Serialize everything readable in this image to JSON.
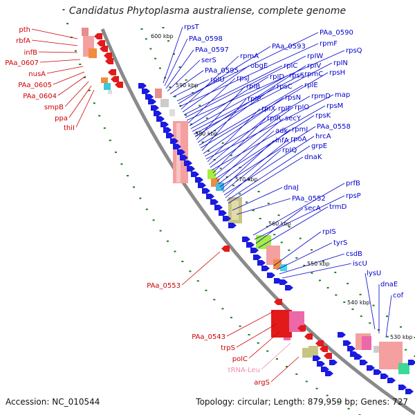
{
  "title": "Candidatus Phytoplasma australiense, complete genome",
  "accession": "Accession: NC_010544",
  "summary": "Topology: circular; Length: 879,959 bp; Genes: 727",
  "colors": {
    "reverse_label": "#cc0000",
    "forward_label": "#0000cc",
    "trna_label": "#f08cb0",
    "backbone": "#8a8a8a",
    "tick": "#1a7a1a"
  },
  "kbp_ticks": [
    "600 kbp",
    "590 kbp",
    "580 kbp",
    "570 kbp",
    "560 kbp",
    "550 kbp",
    "540 kbp",
    "530 kbp"
  ],
  "left_labels": [
    "pth",
    "rbfA",
    "infB",
    "PAa_0607",
    "nusA",
    "PAa_0605",
    "PAa_0604",
    "smpB",
    "ppa",
    "thiI",
    "PAa_0553",
    "PAa_0543",
    "trpS",
    "polC",
    "tRNA-Leu",
    "argS"
  ],
  "right_labels": [
    "rpsT",
    "PAa_0598",
    "PAa_0597",
    "serS",
    "PAa_0595",
    "rpIU",
    "PAa_0590",
    "PAa_0593",
    "rpmF",
    "rpmA",
    "obgE",
    "rpIC",
    "rpIW",
    "rpsQ",
    "rpsJ",
    "rpID",
    "rpsS",
    "rpmC",
    "rpIN",
    "rpIV",
    "rpIB",
    "rpsC",
    "rpIE",
    "rpsH",
    "rpIP",
    "rpsN",
    "rpmD",
    "map",
    "rpIX",
    "rpIF",
    "rpIO",
    "rpsM",
    "rpIR",
    "secY",
    "rpsK",
    "adk",
    "rpmJ",
    "PAa_0558",
    "infA",
    "rpoA",
    "hrcA",
    "rpIQ",
    "grpE",
    "dnaK",
    "dnaJ",
    "PAa_0552",
    "prfB",
    "rpsP",
    "secA",
    "trmD",
    "rpIS",
    "tyrS",
    "csdB",
    "iscU",
    "lysU",
    "dnaE",
    "cof"
  ]
}
